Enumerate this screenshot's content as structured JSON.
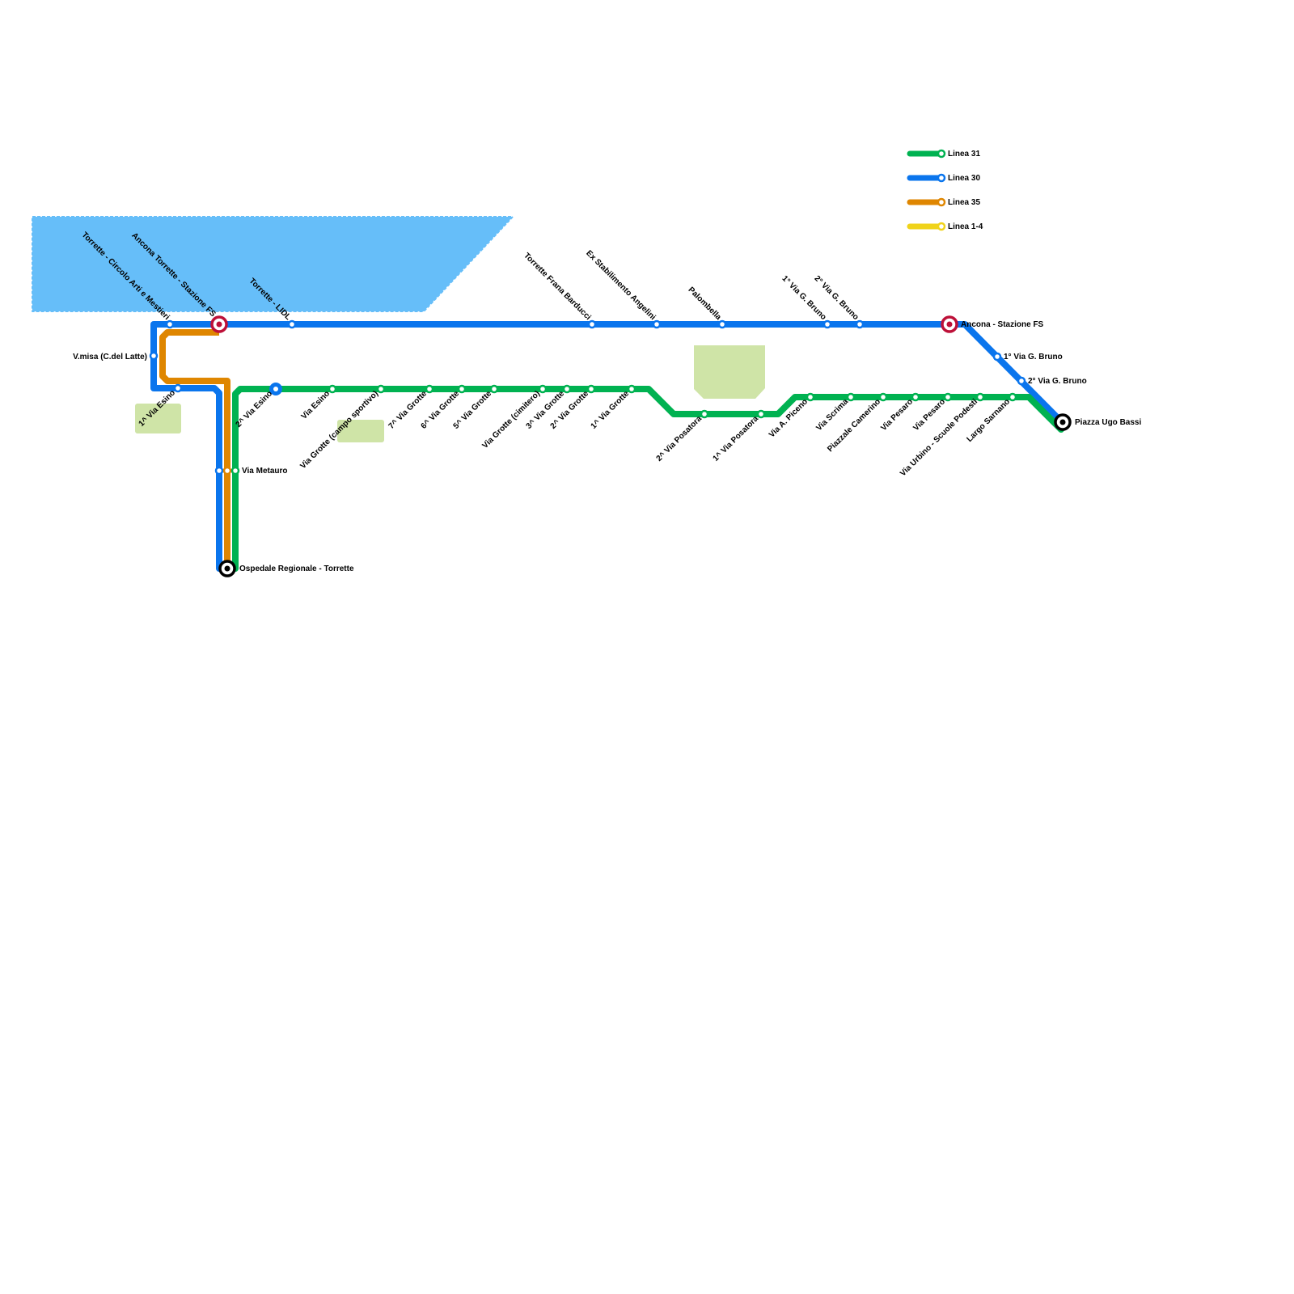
{
  "map": {
    "colors": {
      "linea31": "#00b251",
      "linea30": "#0a75ed",
      "linea35": "#df8600",
      "linea14": "#f0d31a",
      "water": "#66bef9",
      "park": "#cfe4a7",
      "interchange": "#bd1038",
      "terminus": "#000000"
    },
    "legend": [
      {
        "label": "Linea 31",
        "color": "#00b251"
      },
      {
        "label": "Linea 30",
        "color": "#0a75ed"
      },
      {
        "label": "Linea 35",
        "color": "#df8600"
      },
      {
        "label": "Linea 1-4",
        "color": "#f0d31a"
      }
    ],
    "stations": {
      "circolo_arti": "Torrette - Circolo Arti e Mestieri",
      "torrette_fs": "Ancona Torrette - Stazione FS",
      "lidl": "Torrette - LIDL",
      "vmisa": "V.misa (C.del Latte)",
      "via_esino_1": "1^ Via Esino",
      "via_esino_2": "2^ Via Esino",
      "via_metauro": "Via Metauro",
      "ospedale": "Ospedale Regionale - Torrette",
      "via_esino": "Via Esino",
      "campo_sportivo": "Via Grotte (campo sportivo)",
      "grotte_7": "7^ Via Grotte",
      "grotte_6": "6^ Via Grotte",
      "grotte_5": "5^ Via Grotte",
      "cimitero": "Via Grotte (cimitero)",
      "grotte_3": "3^ Via Grotte",
      "grotte_2": "2^ Via Grotte",
      "grotte_1": "1^ Via Grotte",
      "frana": "Torrette Frana Barducci",
      "angelini": "Ex Stabilimento Angelini",
      "palombella": "Palombella",
      "bruno_1": "1° Via G. Bruno",
      "bruno_2": "2° Via G. Bruno",
      "ancona_fs": "Ancona - Stazione FS",
      "bruno_1b": "1° Via G. Bruno",
      "bruno_2b": "2° Via G. Bruno",
      "ugo_bassi": "Piazza Ugo Bassi",
      "posatora_2": "2^ Via Posatora",
      "posatora_1": "1^ Via Posatora",
      "piceno": "Via A. Piceno",
      "scrima": "Via Scrima",
      "camerino": "Piazzale Camerino",
      "pesaro_1": "Via Pesaro",
      "pesaro_2": "Via Pesaro",
      "urbino": "Via Urbino - Scuole Podesti",
      "sarnano": "Largo Sarnano"
    }
  }
}
